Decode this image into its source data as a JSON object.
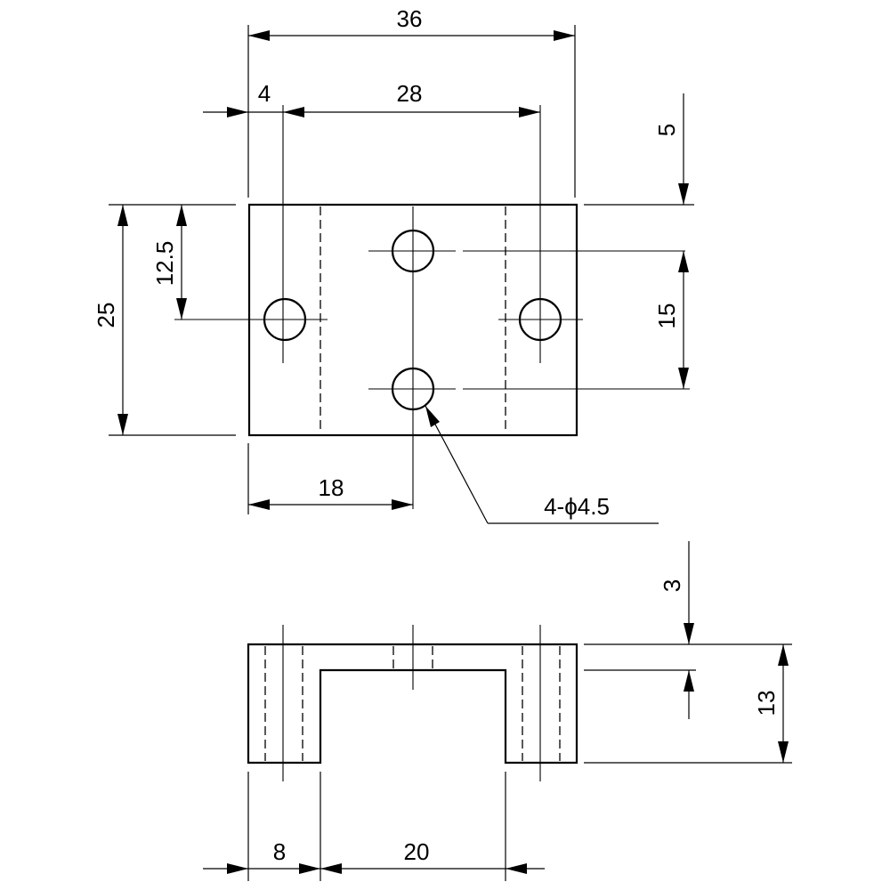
{
  "dimensions": {
    "overall_width": "36",
    "hole_edge_offset": "4",
    "hole_spacing_x": "28",
    "top_offset": "5",
    "half_depth": "12.5",
    "overall_depth": "25",
    "hole_spacing_y": "15",
    "center_offset": "18",
    "hole_callout": "4-ϕ4.5",
    "thickness": "3",
    "height": "13",
    "leg_width": "8",
    "slot_width": "20"
  }
}
